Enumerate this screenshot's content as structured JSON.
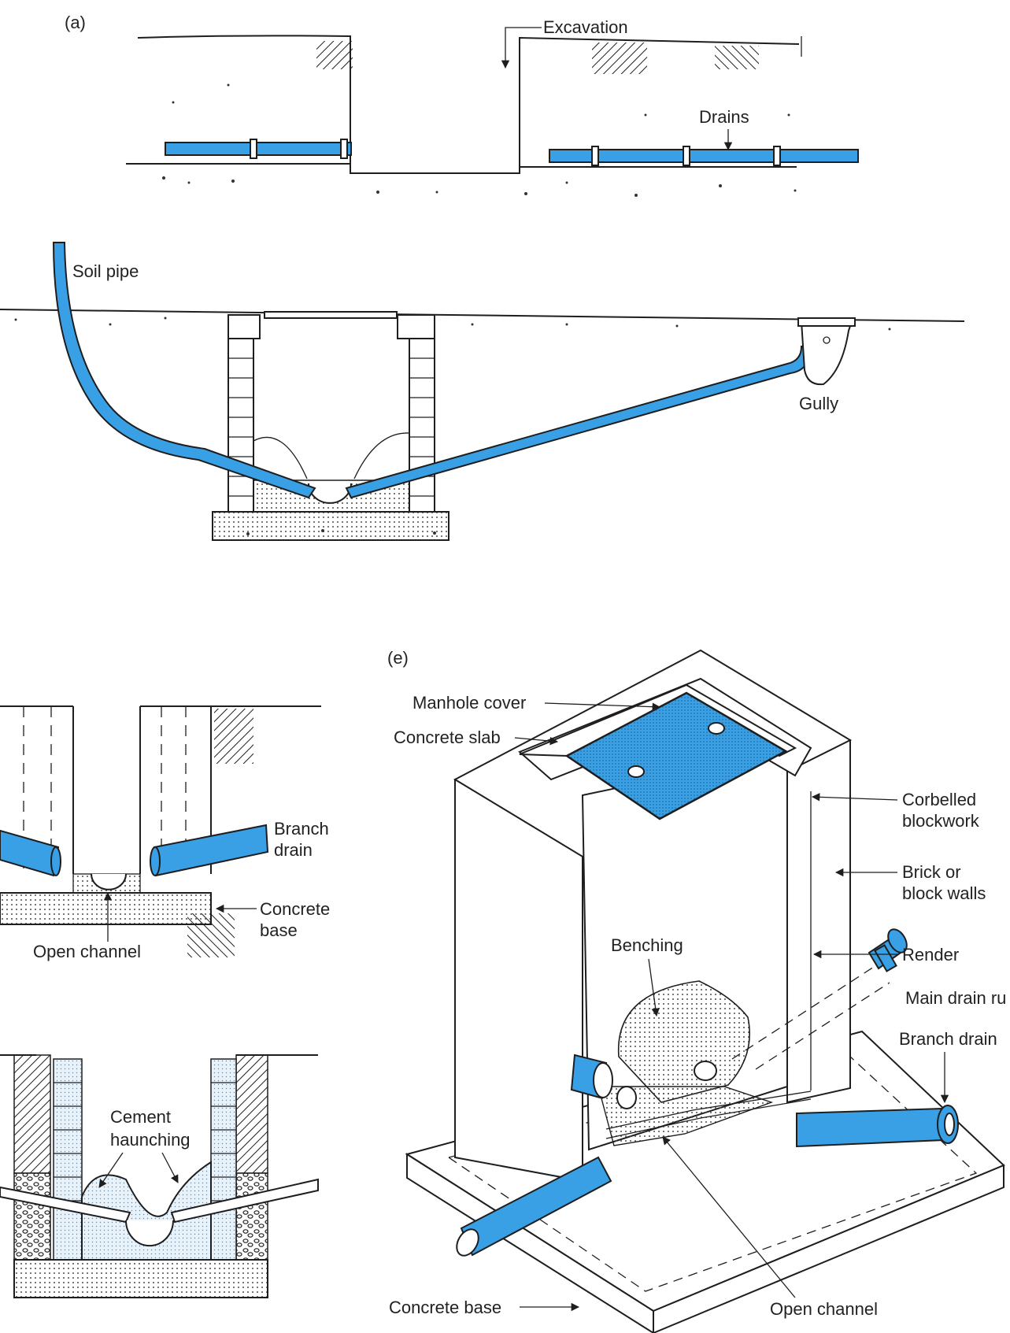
{
  "colors": {
    "pipe_blue": "#3aa0e6",
    "cover_blue": "#3aa0e6",
    "ink": "#1e1e1e",
    "paper": "#ffffff"
  },
  "panel_a": {
    "tag": "(a)",
    "excavation": "Excavation",
    "drains": "Drains"
  },
  "panel_b": {
    "soil_pipe": "Soil pipe",
    "gully": "Gully"
  },
  "panel_c": {
    "branch_drain": [
      "Branch",
      "drain"
    ],
    "concrete_base": [
      "Concrete",
      "base"
    ],
    "open_channel": "Open channel"
  },
  "panel_d": {
    "cement_haunching": [
      "Cement",
      "haunching"
    ]
  },
  "panel_e": {
    "tag": "(e)",
    "manhole_cover": "Manhole cover",
    "concrete_slab": "Concrete slab",
    "corbelled_blockwork": [
      "Corbelled",
      "blockwork"
    ],
    "brick_or_block_walls": [
      "Brick or",
      "block walls"
    ],
    "benching": "Benching",
    "render": "Render",
    "main_drain_run": "Main drain ru",
    "branch_drain": "Branch drain",
    "concrete_base": "Concrete base",
    "open_channel": "Open channel"
  }
}
